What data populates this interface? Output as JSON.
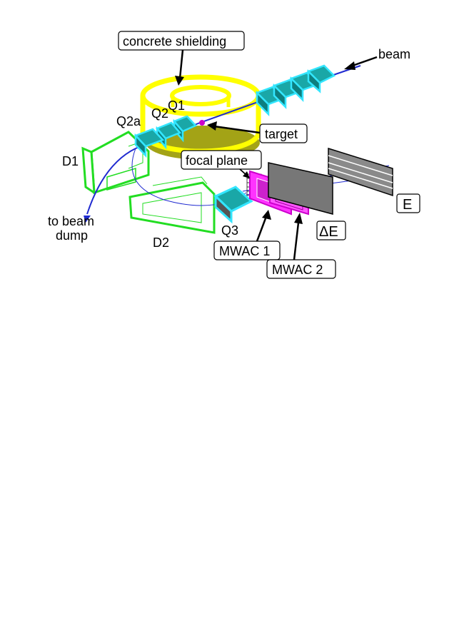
{
  "labels": {
    "concrete_shielding": "concrete shielding",
    "beam": "beam",
    "q1": "Q1",
    "q2": "Q2",
    "q2a": "Q2a",
    "target": "target",
    "d1": "D1",
    "focal_plane": "focal plane",
    "to_beam_dump_line1": "to beam",
    "to_beam_dump_line2": "dump",
    "d2": "D2",
    "q3": "Q3",
    "mwac1": "MWAC 1",
    "mwac2": "MWAC 2",
    "delta_e": "ΔE",
    "e": "E"
  },
  "colors": {
    "shielding": "#ffff00",
    "shielding_shadow": "#a3a316",
    "quadrupole_fill": "#1aa7a7",
    "quadrupole_edge": "#33e6ff",
    "dipole": "#22dd22",
    "beam": "#1f2ad0",
    "target": "#cc00cc",
    "mwac": "#ff33ff",
    "delta_e_plate": "#777777",
    "e_detector": "#8a8a8a"
  }
}
